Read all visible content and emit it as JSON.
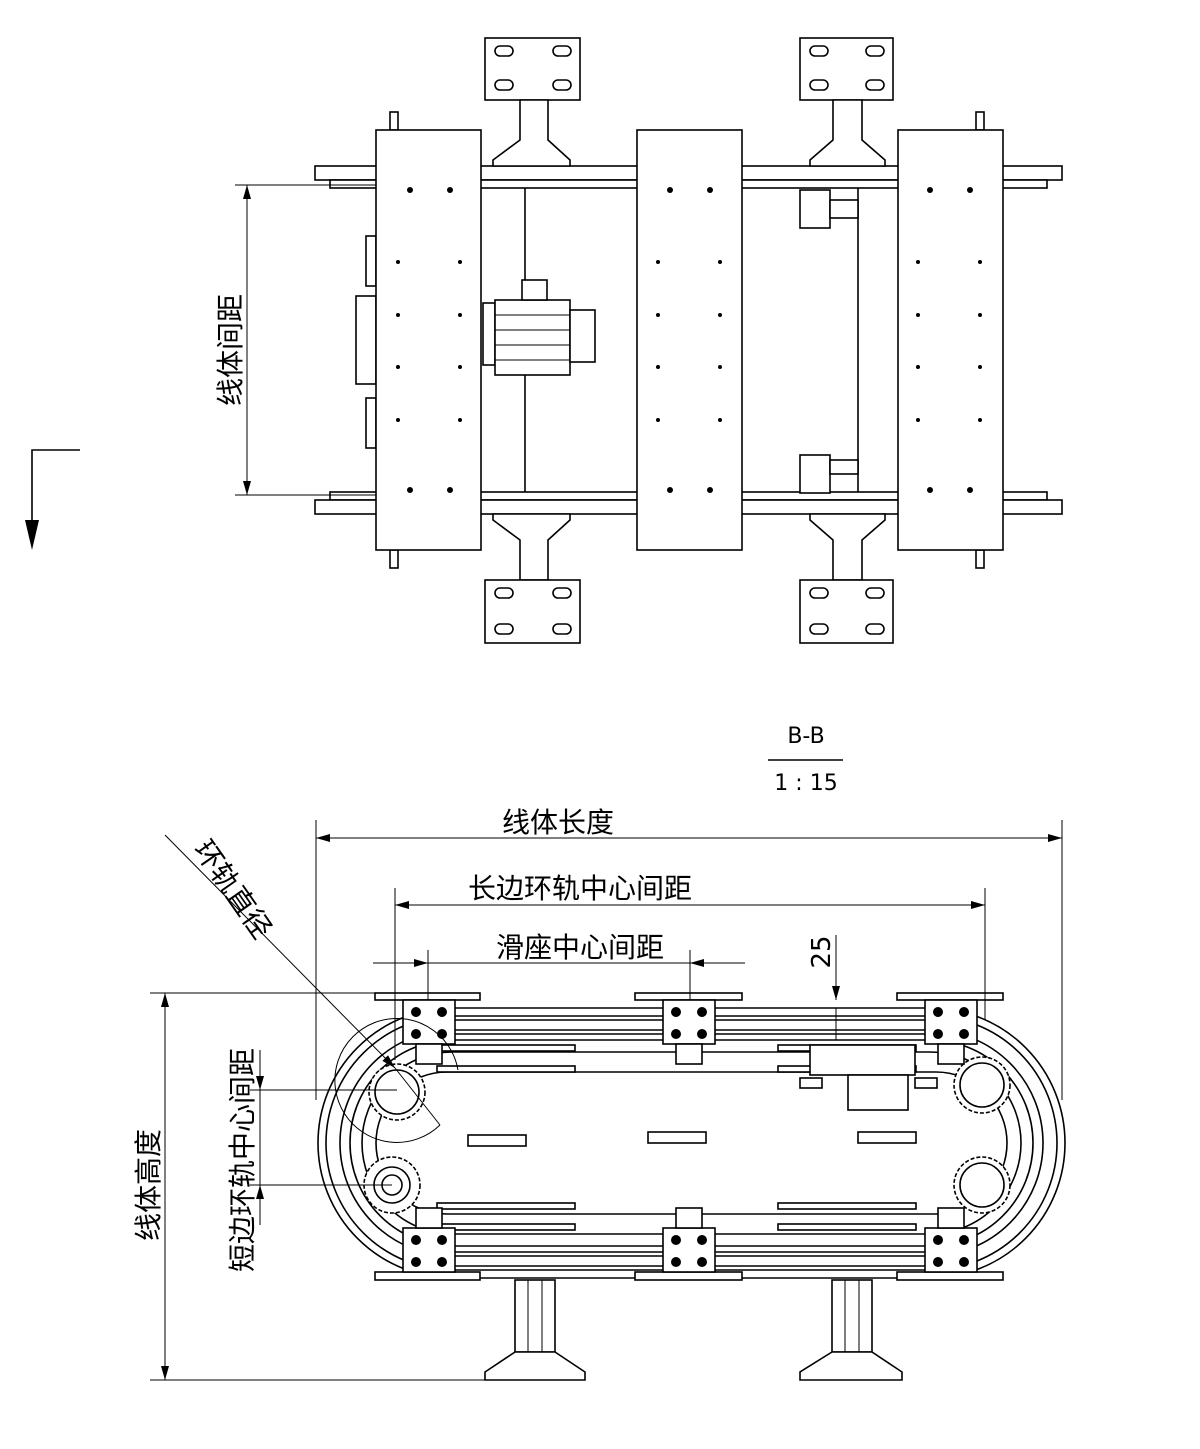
{
  "top_view": {
    "dim_line_spacing": "线体间距"
  },
  "section": {
    "name": "B-B",
    "scale": "1 : 15"
  },
  "front_view": {
    "dim_line_length": "线体长度",
    "dim_long_side_rail_center": "长边环轨中心间距",
    "dim_slider_center": "滑座中心间距",
    "dim_offset": "25",
    "dim_rail_diameter": "环轨直径",
    "dim_line_height": "线体高度",
    "dim_short_side_rail_center": "短边环轨中心间距"
  },
  "colors": {
    "line": "#000000",
    "background": "#ffffff"
  }
}
